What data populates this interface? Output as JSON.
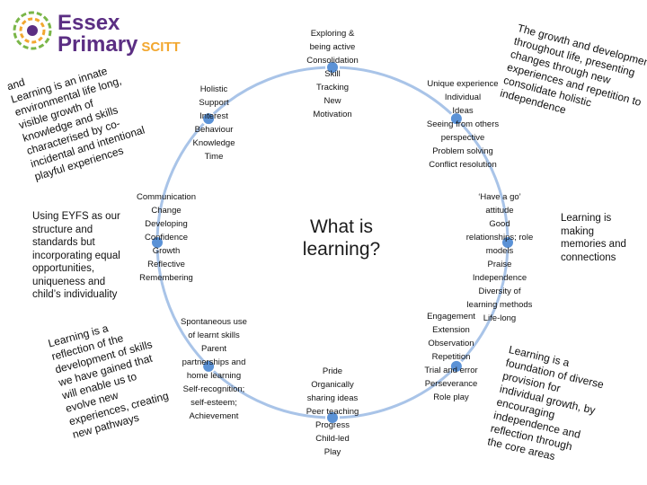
{
  "logo": {
    "line1": "Essex",
    "line2": "Primary",
    "scitt": "SCITT"
  },
  "center": {
    "line1": "What is",
    "line2": "learning?"
  },
  "groups": {
    "top": [
      "Exploring &",
      "being active",
      "Consolidation",
      "Skill",
      "Tracking",
      "New",
      "Motivation"
    ],
    "top_left": [
      "Holistic",
      "Support",
      "Interest",
      "Behaviour",
      "Knowledge",
      "Time"
    ],
    "top_right": [
      "Unique experience",
      "Individual",
      "Ideas",
      "Seeing from others",
      "perspective",
      "Problem solving",
      "Conflict resolution"
    ],
    "left": [
      "Communication",
      "Change",
      "Developing",
      "Confidence",
      "Growth",
      "Reflective",
      "Remembering"
    ],
    "right": [
      "‘Have a go’",
      "attitude",
      "Good",
      "relationships; role",
      "models",
      "Praise",
      "Independence",
      "Diversity of",
      "learning methods",
      "Life-long"
    ],
    "bottom_left": [
      "Spontaneous use",
      "of learnt skills",
      "Parent",
      "partnerships and",
      "home learning",
      "Self-recognition;",
      "self-esteem;",
      "Achievement"
    ],
    "bottom": [
      "Pride",
      "Organically",
      "sharing ideas",
      "Peer teaching",
      "Progress",
      "Child-led",
      "Play"
    ],
    "bottom_right": [
      "Engagement",
      "Extension",
      "Observation",
      "Repetition",
      "Trial and error",
      "Perseverance",
      "Role play"
    ]
  },
  "side": {
    "eyfs": [
      "Using EYFS as our",
      "structure and",
      "standards but",
      "incorporating equal",
      "opportunities,",
      "uniqueness and",
      "child’s individuality"
    ],
    "making": [
      "Learning is making",
      "memories and",
      "connections"
    ]
  },
  "rotated": {
    "innate": [
      "and",
      "Learning is an innate",
      "environmental life long,",
      "visible growth of",
      "knowledge and skills",
      "characterised by co-",
      "incidental and intentional",
      "playful experiences"
    ],
    "reflection": [
      "Learning is a",
      "reflection of the",
      "development of skills",
      "we have gained that",
      "will enable us to",
      "evolve new",
      "experiences, creating",
      "new pathways"
    ],
    "growth": [
      "The growth and development",
      "throughout life, presenting",
      "changes through new",
      "experiences and repetition to",
      "consolidate holistic",
      "independence"
    ],
    "foundation": [
      "Learning is a",
      "foundation of diverse",
      "provision for",
      "individual growth, by",
      "encouraging",
      "independence and",
      "reflection through",
      "the core areas"
    ]
  },
  "colors": {
    "ring": "#a9c4e8",
    "node": "#5b92d6",
    "node_outline": "#ffffff",
    "logo_purple": "#5b2e83",
    "logo_orange": "#f2a72f",
    "logo_green": "#7ab648"
  },
  "icons": [
    "essex-logo-icon"
  ]
}
